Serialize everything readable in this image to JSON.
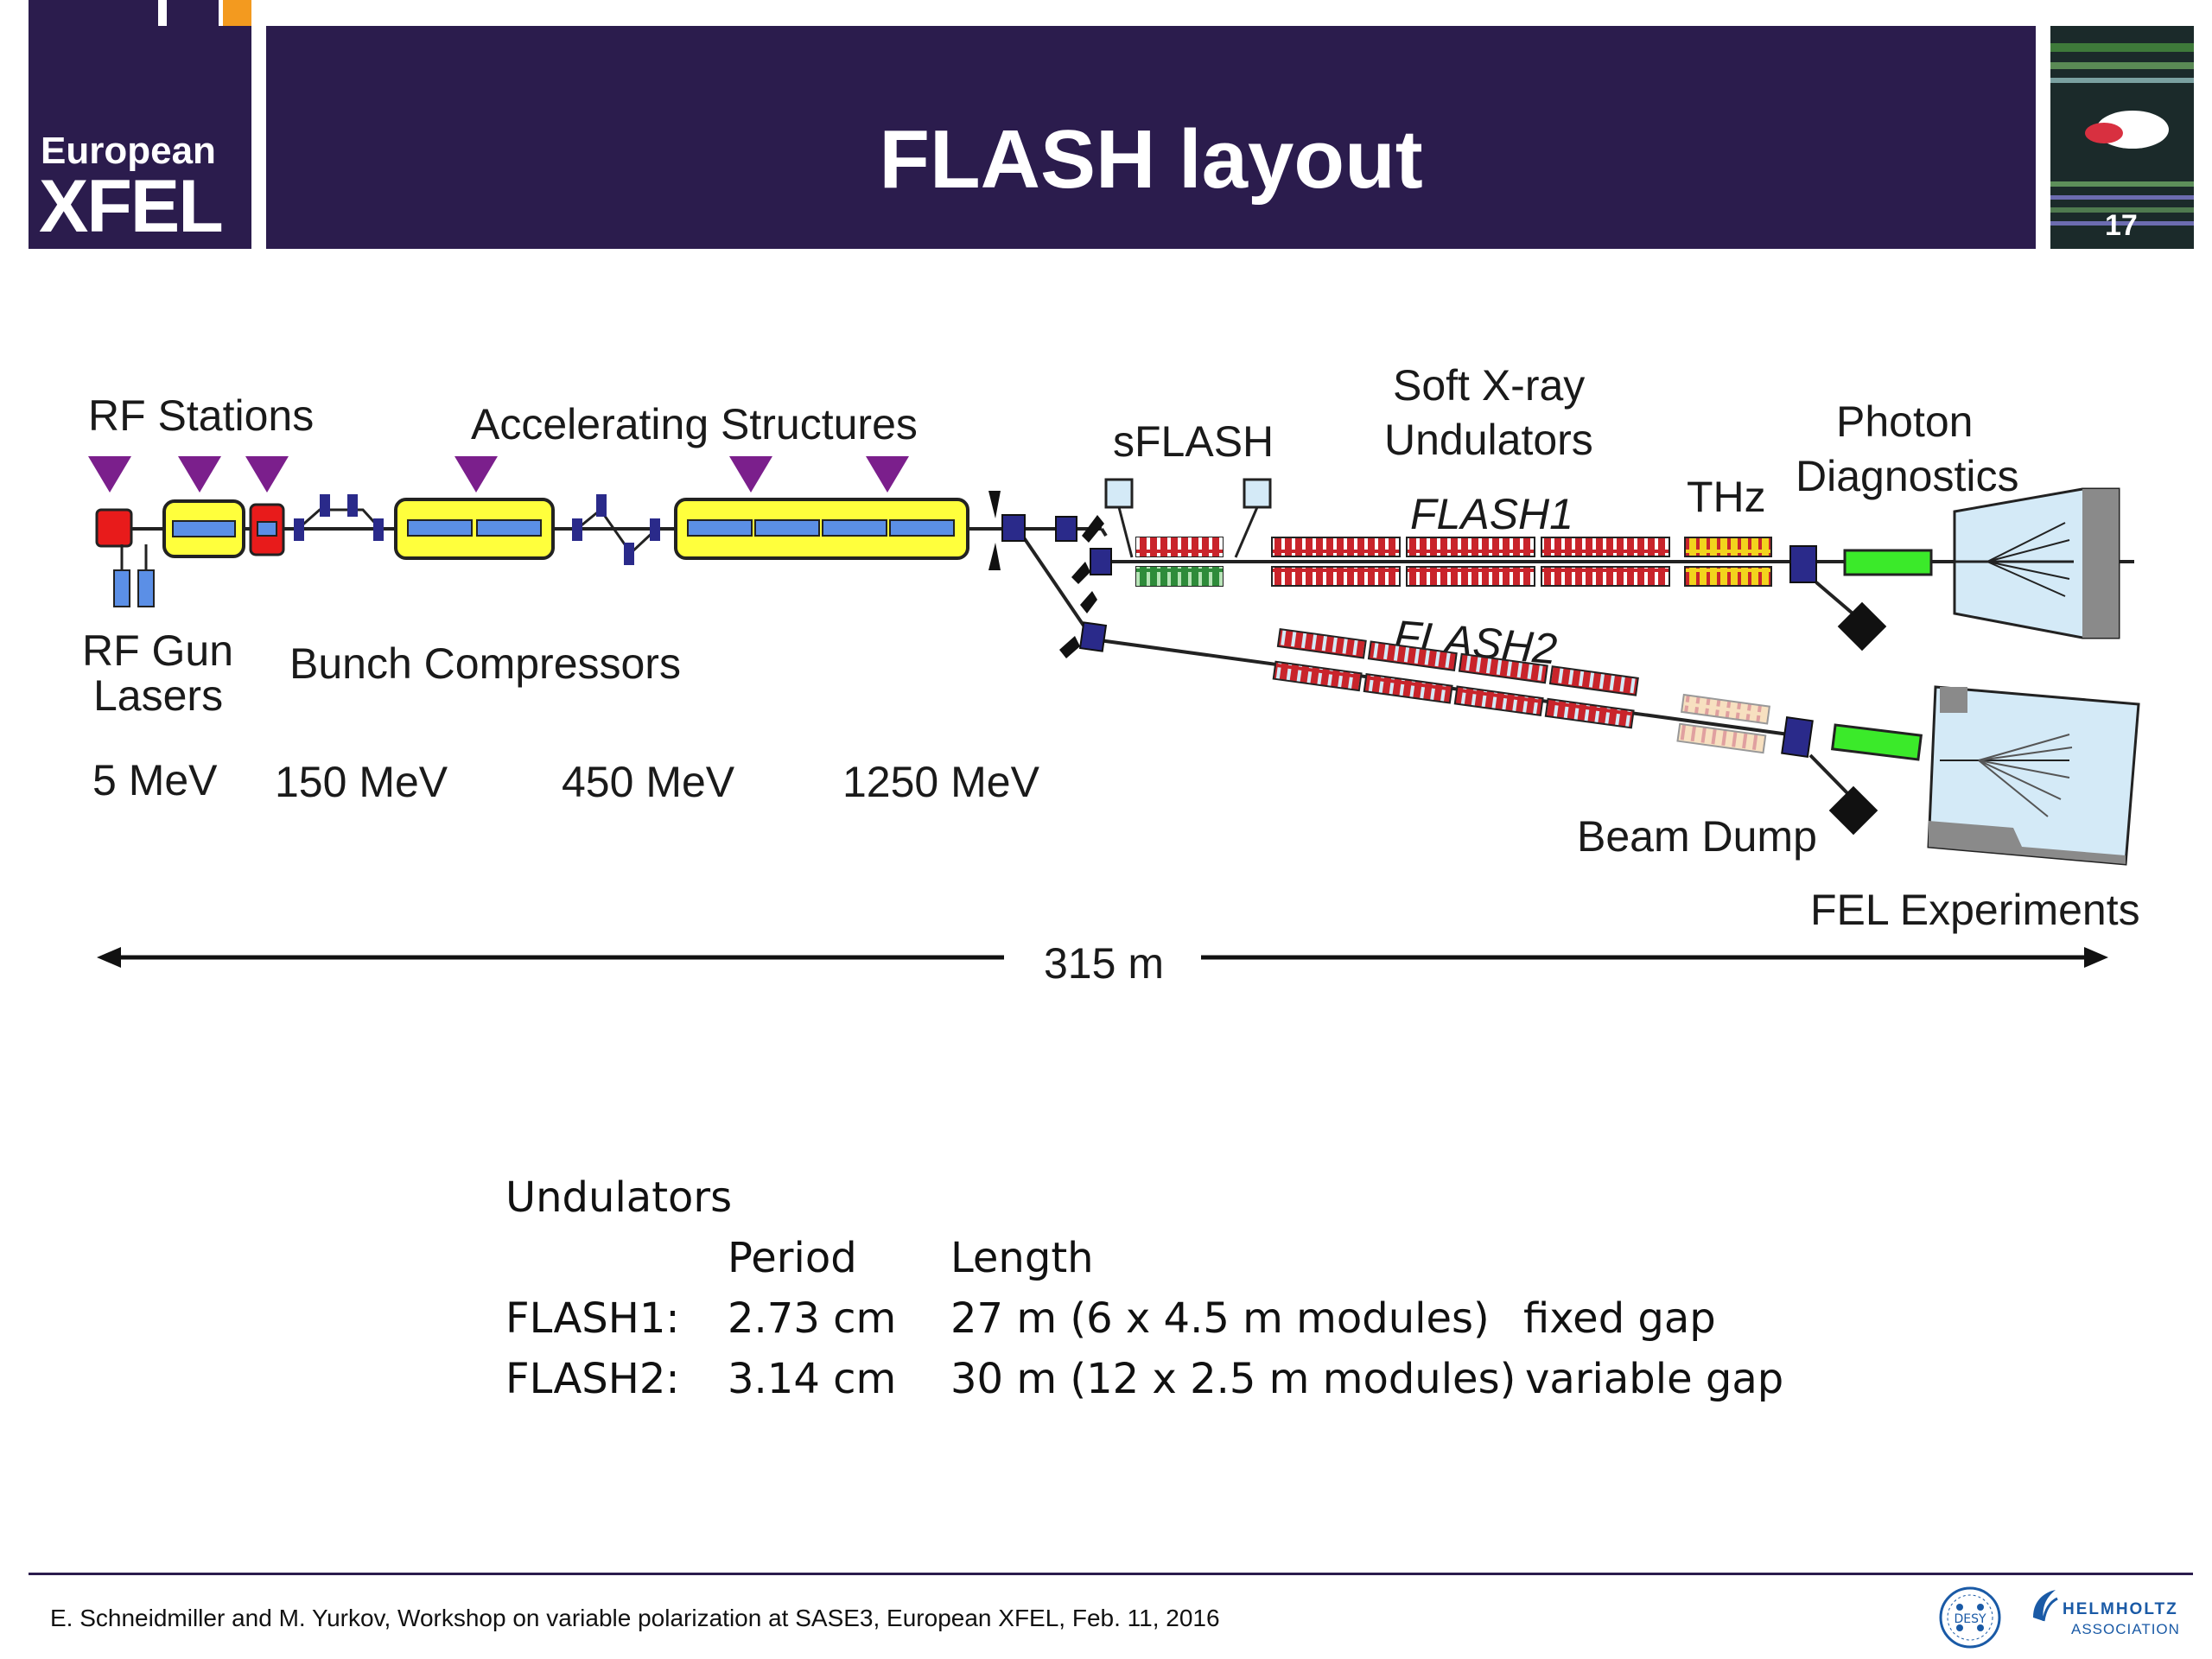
{
  "header": {
    "logo_line1": "European",
    "logo_line2": "XFEL",
    "title": "FLASH layout",
    "page_number": "17"
  },
  "diagram": {
    "labels": {
      "rf_stations": "RF Stations",
      "accelerating_structures": "Accelerating Structures",
      "sflash": "sFLASH",
      "soft_xray_1": "Soft X-ray",
      "soft_xray_2": "Undulators",
      "photon_1": "Photon",
      "photon_2": "Diagnostics",
      "thz": "THz",
      "flash1": "FLASH1",
      "flash2": "FLASH2",
      "rf_gun": "RF Gun",
      "lasers": "Lasers",
      "bunch_compressors": "Bunch Compressors",
      "beam_dump": "Beam Dump",
      "fel_experiments": "FEL Experiments",
      "length": "315 m"
    },
    "energies": [
      "5 MeV",
      "150 MeV",
      "450 MeV",
      "1250 MeV"
    ],
    "colors": {
      "rf_station": "#7b1f8c",
      "module_fill": "#ffff3c",
      "cavity": "#5b8fe6",
      "gun": "#e81b1b",
      "magnet": "#2a2a8a",
      "undulator_red": "#c9242b",
      "undulator_green": "#2e8b3a",
      "thz_yellow": "#f2d41d",
      "diagnostic_green": "#3bea2a",
      "experiment_blue": "#d4eaf7"
    }
  },
  "table": {
    "heading": "Undulators",
    "columns": [
      "Period",
      "Length"
    ],
    "rows": [
      {
        "name": "FLASH1:",
        "period": "2.73 cm",
        "length": "27 m (6 x 4.5 m modules)",
        "gap": "fixed gap"
      },
      {
        "name": "FLASH2:",
        "period": "3.14 cm",
        "length": "30 m (12 x 2.5 m modules)",
        "gap": "variable gap"
      }
    ]
  },
  "footer": {
    "citation": "E. Schneidmiller and M. Yurkov, Workshop on variable polarization at SASE3, European XFEL, Feb. 11, 2016",
    "desy_label": "DESY",
    "helmholtz_line1": "HELMHOLTZ",
    "helmholtz_line2": "ASSOCIATION"
  }
}
